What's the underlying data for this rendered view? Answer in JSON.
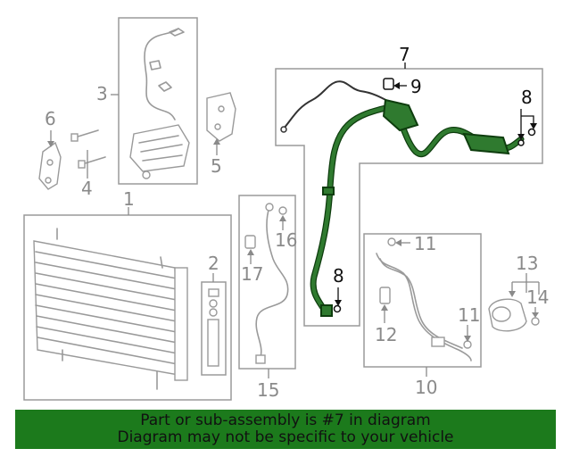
{
  "callouts": {
    "c1": "1",
    "c2": "2",
    "c3": "3",
    "c4": "4",
    "c5": "5",
    "c6": "6",
    "c7": "7",
    "c8a": "8",
    "c8b": "8",
    "c9": "9",
    "c10": "10",
    "c11a": "11",
    "c11b": "11",
    "c12": "12",
    "c13": "13",
    "c14": "14",
    "c15": "15",
    "c16": "16",
    "c17": "17"
  },
  "highlight_part": "7",
  "colors": {
    "highlight_hose": "#2f7a2f",
    "banner": "#1c7a1c",
    "parts": "#9a9a9a"
  },
  "banner": {
    "line1": "Part or sub-assembly is #7 in diagram",
    "line2": "Diagram may not be specific to your vehicle"
  }
}
